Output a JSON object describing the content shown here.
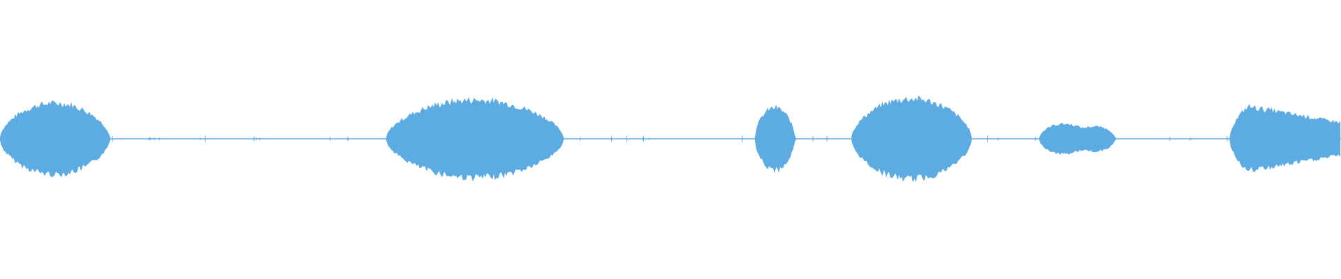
{
  "colors": {
    "background": "#ffffff",
    "waveform": "#5dabe3"
  },
  "waveform": {
    "segments": [
      {
        "start": 0.0,
        "end": 0.094,
        "peak": 0.55
      },
      {
        "start": 0.288,
        "end": 0.44,
        "peak": 0.6
      },
      {
        "start": 0.563,
        "end": 0.597,
        "peak": 0.48
      },
      {
        "start": 0.635,
        "end": 0.738,
        "peak": 0.62
      },
      {
        "start": 0.775,
        "end": 0.84,
        "peak": 0.3
      },
      {
        "start": 0.917,
        "end": 1.0,
        "peak": 0.55
      }
    ]
  }
}
